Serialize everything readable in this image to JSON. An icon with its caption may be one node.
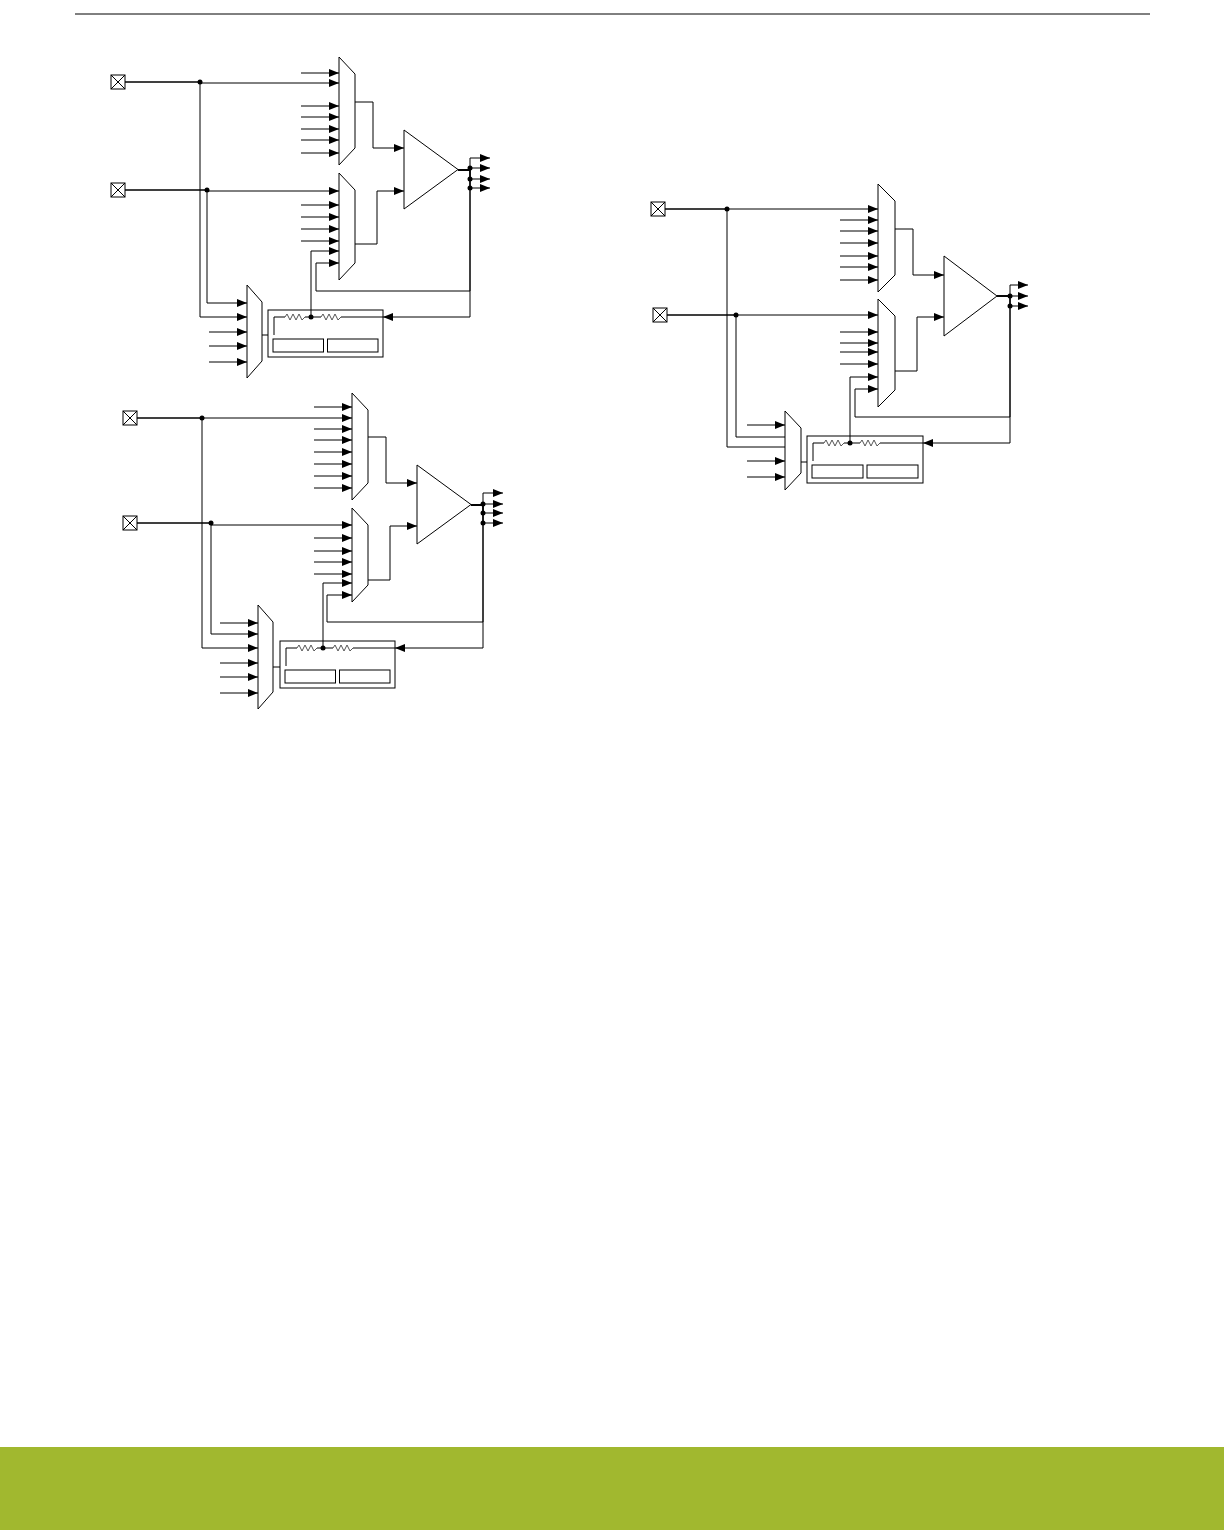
{
  "diagram": {
    "nodes": [
      {
        "text": [],
        "shape": "box"
      },
      {
        "text": [],
        "shape": "box"
      },
      {
        "text": [],
        "shape": "trapezoid"
      },
      {
        "text": [],
        "shape": "trapezoid"
      },
      {
        "text": [],
        "shape": "triangle"
      },
      {
        "text": [],
        "shape": "trapezoid"
      },
      {
        "text": [],
        "shape": "box"
      },
      {
        "text": [],
        "shape": "box"
      },
      {
        "text": [],
        "shape": "box"
      },
      {
        "text": [],
        "shape": "trapezoid"
      },
      {
        "text": [],
        "shape": "trapezoid"
      },
      {
        "text": [],
        "shape": "triangle"
      },
      {
        "text": [],
        "shape": "trapezoid"
      },
      {
        "text": [],
        "shape": "box"
      },
      {
        "text": [],
        "shape": "box"
      },
      {
        "text": [],
        "shape": "box"
      },
      {
        "text": [],
        "shape": "trapezoid"
      },
      {
        "text": [],
        "shape": "trapezoid"
      },
      {
        "text": [],
        "shape": "triangle"
      },
      {
        "text": [],
        "shape": "trapezoid"
      },
      {
        "text": [],
        "shape": "box"
      }
    ],
    "edges": [
      {
        "from": null,
        "to": 2,
        "arrow": "to"
      },
      {
        "from": 0,
        "to": 2,
        "arrow": "to"
      },
      {
        "from": null,
        "to": 2,
        "arrow": "to"
      },
      {
        "from": null,
        "to": 2,
        "arrow": "to"
      },
      {
        "from": null,
        "to": 2,
        "arrow": "to"
      },
      {
        "from": null,
        "to": 2,
        "arrow": "to"
      },
      {
        "from": null,
        "to": 2,
        "arrow": "to"
      },
      {
        "from": 1,
        "to": 3,
        "arrow": "to"
      },
      {
        "from": null,
        "to": 3,
        "arrow": "to"
      },
      {
        "from": null,
        "to": 3,
        "arrow": "to"
      },
      {
        "from": null,
        "to": 3,
        "arrow": "to"
      },
      {
        "from": null,
        "to": 3,
        "arrow": "to"
      },
      {
        "from": 6,
        "to": 3,
        "arrow": "to"
      },
      {
        "from": 4,
        "to": 3,
        "arrow": "to"
      },
      {
        "from": 2,
        "to": 4,
        "arrow": "to"
      },
      {
        "from": 3,
        "to": 4,
        "arrow": "to"
      },
      {
        "from": 1,
        "to": 5,
        "arrow": "to"
      },
      {
        "from": 0,
        "to": 5,
        "arrow": "to"
      },
      {
        "from": null,
        "to": 5,
        "arrow": "to"
      },
      {
        "from": null,
        "to": 5,
        "arrow": "to"
      },
      {
        "from": null,
        "to": 5,
        "arrow": "to"
      },
      {
        "from": 5,
        "to": 6,
        "arrow": "none"
      },
      {
        "from": 4,
        "to": 6,
        "arrow": "to"
      },
      {
        "from": 4,
        "to": null,
        "arrow": "to"
      },
      {
        "from": 4,
        "to": null,
        "arrow": "to"
      },
      {
        "from": 4,
        "to": null,
        "arrow": "to"
      },
      {
        "from": 4,
        "to": null,
        "arrow": "to"
      },
      {
        "from": null,
        "to": 9,
        "arrow": "to"
      },
      {
        "from": 7,
        "to": 9,
        "arrow": "to"
      },
      {
        "from": null,
        "to": 9,
        "arrow": "to"
      },
      {
        "from": null,
        "to": 9,
        "arrow": "to"
      },
      {
        "from": null,
        "to": 9,
        "arrow": "to"
      },
      {
        "from": null,
        "to": 9,
        "arrow": "to"
      },
      {
        "from": null,
        "to": 9,
        "arrow": "to"
      },
      {
        "from": null,
        "to": 9,
        "arrow": "to"
      },
      {
        "from": 8,
        "to": 10,
        "arrow": "to"
      },
      {
        "from": null,
        "to": 10,
        "arrow": "to"
      },
      {
        "from": null,
        "to": 10,
        "arrow": "to"
      },
      {
        "from": null,
        "to": 10,
        "arrow": "to"
      },
      {
        "from": null,
        "to": 10,
        "arrow": "to"
      },
      {
        "from": 13,
        "to": 10,
        "arrow": "to"
      },
      {
        "from": 11,
        "to": 10,
        "arrow": "to"
      },
      {
        "from": 9,
        "to": 11,
        "arrow": "to"
      },
      {
        "from": 10,
        "to": 11,
        "arrow": "to"
      },
      {
        "from": null,
        "to": 12,
        "arrow": "to"
      },
      {
        "from": 8,
        "to": 12,
        "arrow": "to"
      },
      {
        "from": 7,
        "to": 12,
        "arrow": "to"
      },
      {
        "from": null,
        "to": 12,
        "arrow": "to"
      },
      {
        "from": null,
        "to": 12,
        "arrow": "to"
      },
      {
        "from": null,
        "to": 12,
        "arrow": "to"
      },
      {
        "from": 12,
        "to": 13,
        "arrow": "none"
      },
      {
        "from": 11,
        "to": 13,
        "arrow": "to"
      },
      {
        "from": 11,
        "to": null,
        "arrow": "to"
      },
      {
        "from": 11,
        "to": null,
        "arrow": "to"
      },
      {
        "from": 11,
        "to": null,
        "arrow": "to"
      },
      {
        "from": 11,
        "to": null,
        "arrow": "to"
      },
      {
        "from": 14,
        "to": 16,
        "arrow": "to"
      },
      {
        "from": null,
        "to": 16,
        "arrow": "to"
      },
      {
        "from": null,
        "to": 16,
        "arrow": "to"
      },
      {
        "from": null,
        "to": 16,
        "arrow": "to"
      },
      {
        "from": null,
        "to": 16,
        "arrow": "to"
      },
      {
        "from": null,
        "to": 16,
        "arrow": "to"
      },
      {
        "from": null,
        "to": 16,
        "arrow": "to"
      },
      {
        "from": 15,
        "to": 17,
        "arrow": "to"
      },
      {
        "from": null,
        "to": 17,
        "arrow": "to"
      },
      {
        "from": null,
        "to": 17,
        "arrow": "to"
      },
      {
        "from": null,
        "to": 17,
        "arrow": "to"
      },
      {
        "from": null,
        "to": 17,
        "arrow": "to"
      },
      {
        "from": 20,
        "to": 17,
        "arrow": "to"
      },
      {
        "from": 18,
        "to": 17,
        "arrow": "to"
      },
      {
        "from": 16,
        "to": 18,
        "arrow": "to"
      },
      {
        "from": 17,
        "to": 18,
        "arrow": "to"
      },
      {
        "from": null,
        "to": 19,
        "arrow": "to"
      },
      {
        "from": 15,
        "to": 19,
        "arrow": "none"
      },
      {
        "from": 14,
        "to": 19,
        "arrow": "none"
      },
      {
        "from": null,
        "to": 19,
        "arrow": "to"
      },
      {
        "from": null,
        "to": 19,
        "arrow": "to"
      },
      {
        "from": 19,
        "to": 20,
        "arrow": "none"
      },
      {
        "from": 18,
        "to": 20,
        "arrow": "to"
      },
      {
        "from": 18,
        "to": null,
        "arrow": "to"
      },
      {
        "from": 18,
        "to": null,
        "arrow": "to"
      },
      {
        "from": 18,
        "to": null,
        "arrow": "to"
      }
    ]
  }
}
